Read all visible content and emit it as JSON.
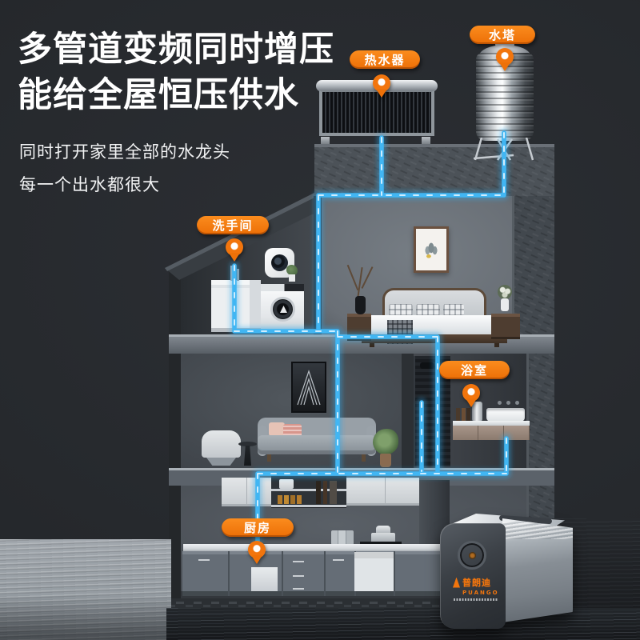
{
  "headline": {
    "line1": "多管道变频同时增压",
    "line2": "能给全屋恒压供水"
  },
  "subhead": {
    "line1": "同时打开家里全部的水龙头",
    "line2": "每一个出水都很大"
  },
  "callouts": [
    {
      "id": "water-heater",
      "label": "热水器"
    },
    {
      "id": "water-tower",
      "label": "水塔"
    },
    {
      "id": "washroom",
      "label": "洗手间"
    },
    {
      "id": "bathroom",
      "label": "浴室"
    },
    {
      "id": "kitchen",
      "label": "厨房"
    }
  ],
  "brand": {
    "name": "普朗迪",
    "latin": "PUANGO"
  },
  "colors": {
    "accent_orange": "#f2750d",
    "pipe_blue": "#3fb5f2",
    "background": "#27292d"
  }
}
